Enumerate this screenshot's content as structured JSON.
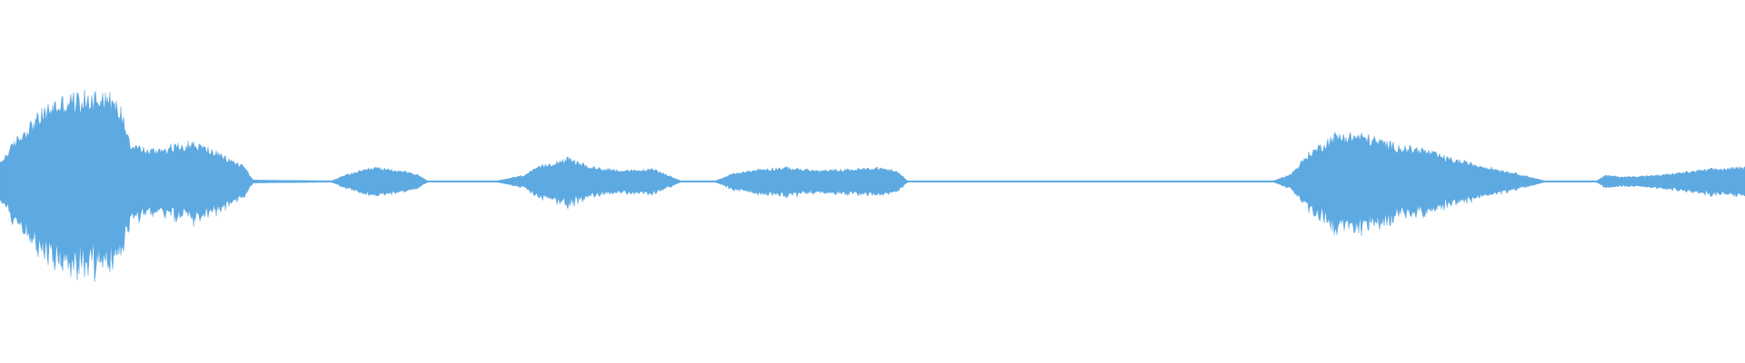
{
  "waveform": {
    "color": "#5DA9E1",
    "background": "#FFFFFF",
    "duration_fraction_envelope": [
      {
        "t": 0.0,
        "amp": 0.12
      },
      {
        "t": 0.01,
        "amp": 0.28
      },
      {
        "t": 0.02,
        "amp": 0.4
      },
      {
        "t": 0.03,
        "amp": 0.5
      },
      {
        "t": 0.04,
        "amp": 0.54
      },
      {
        "t": 0.05,
        "amp": 0.55
      },
      {
        "t": 0.06,
        "amp": 0.58
      },
      {
        "t": 0.07,
        "amp": 0.45
      },
      {
        "t": 0.075,
        "amp": 0.25
      },
      {
        "t": 0.085,
        "amp": 0.2
      },
      {
        "t": 0.1,
        "amp": 0.23
      },
      {
        "t": 0.11,
        "amp": 0.25
      },
      {
        "t": 0.12,
        "amp": 0.21
      },
      {
        "t": 0.13,
        "amp": 0.15
      },
      {
        "t": 0.14,
        "amp": 0.1
      },
      {
        "t": 0.145,
        "amp": 0.01
      },
      {
        "t": 0.19,
        "amp": 0.005
      },
      {
        "t": 0.2,
        "amp": 0.05
      },
      {
        "t": 0.215,
        "amp": 0.09
      },
      {
        "t": 0.23,
        "amp": 0.07
      },
      {
        "t": 0.24,
        "amp": 0.04
      },
      {
        "t": 0.245,
        "amp": 0.005
      },
      {
        "t": 0.285,
        "amp": 0.005
      },
      {
        "t": 0.3,
        "amp": 0.04
      },
      {
        "t": 0.31,
        "amp": 0.1
      },
      {
        "t": 0.325,
        "amp": 0.15
      },
      {
        "t": 0.34,
        "amp": 0.09
      },
      {
        "t": 0.36,
        "amp": 0.07
      },
      {
        "t": 0.375,
        "amp": 0.08
      },
      {
        "t": 0.383,
        "amp": 0.04
      },
      {
        "t": 0.39,
        "amp": 0.005
      },
      {
        "t": 0.41,
        "amp": 0.005
      },
      {
        "t": 0.42,
        "amp": 0.05
      },
      {
        "t": 0.435,
        "amp": 0.08
      },
      {
        "t": 0.45,
        "amp": 0.09
      },
      {
        "t": 0.47,
        "amp": 0.07
      },
      {
        "t": 0.49,
        "amp": 0.08
      },
      {
        "t": 0.505,
        "amp": 0.09
      },
      {
        "t": 0.515,
        "amp": 0.06
      },
      {
        "t": 0.52,
        "amp": 0.005
      },
      {
        "t": 0.73,
        "amp": 0.005
      },
      {
        "t": 0.74,
        "amp": 0.05
      },
      {
        "t": 0.75,
        "amp": 0.18
      },
      {
        "t": 0.765,
        "amp": 0.3
      },
      {
        "t": 0.78,
        "amp": 0.3
      },
      {
        "t": 0.795,
        "amp": 0.25
      },
      {
        "t": 0.805,
        "amp": 0.22
      },
      {
        "t": 0.815,
        "amp": 0.21
      },
      {
        "t": 0.83,
        "amp": 0.15
      },
      {
        "t": 0.85,
        "amp": 0.1
      },
      {
        "t": 0.87,
        "amp": 0.05
      },
      {
        "t": 0.885,
        "amp": 0.005
      },
      {
        "t": 0.915,
        "amp": 0.005
      },
      {
        "t": 0.92,
        "amp": 0.04
      },
      {
        "t": 0.93,
        "amp": 0.03
      },
      {
        "t": 0.95,
        "amp": 0.04
      },
      {
        "t": 0.965,
        "amp": 0.06
      },
      {
        "t": 0.98,
        "amp": 0.08
      },
      {
        "t": 1.0,
        "amp": 0.09
      }
    ]
  }
}
